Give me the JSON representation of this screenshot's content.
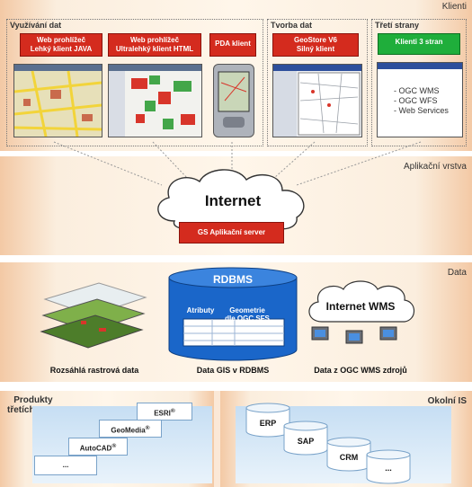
{
  "bands": {
    "clients": "Klienti",
    "app_layer": "Aplikační vrstva",
    "data": "Data",
    "third_party": "Produkty\ntřetích stran",
    "surrounding": "Okolní IS"
  },
  "clients": {
    "use_panel_title": "Využívání dat",
    "create_panel_title": "Tvorba dat",
    "third_panel_title": "Třetí strany",
    "web_java": "Web prohlížeč\nLehký klient JAVA",
    "web_html": "Web prohlížeč\nUltralehký klient HTML",
    "pda": "PDA klient",
    "geostore": "GeoStore V6\nSilný klient",
    "third_clients": "Klienti 3 stran",
    "services": [
      "- OGC WMS",
      "- OGC WFS",
      "- Web Services"
    ]
  },
  "app": {
    "internet": "Internet",
    "server": "GS Aplikační server"
  },
  "data_layer": {
    "rdbms": "RDBMS",
    "attributes": "Atributy",
    "geometry": "Geometrie\ndle OGC SFS",
    "raster_label": "Rozsáhlá rastrová data",
    "gis_label": "Data GIS v RDBMS",
    "wms_cloud": "Internet WMS",
    "wms_label": "Data z OGC WMS zdrojů"
  },
  "third_party": {
    "items": [
      "ESRI",
      "GeoMedia",
      "AutoCAD",
      "..."
    ],
    "reg": "®"
  },
  "surrounding": {
    "items": [
      "ERP",
      "SAP",
      "CRM",
      "..."
    ]
  },
  "colors": {
    "red": "#d42b1e",
    "green": "#1fae3b",
    "db_blue": "#1a66c9"
  }
}
